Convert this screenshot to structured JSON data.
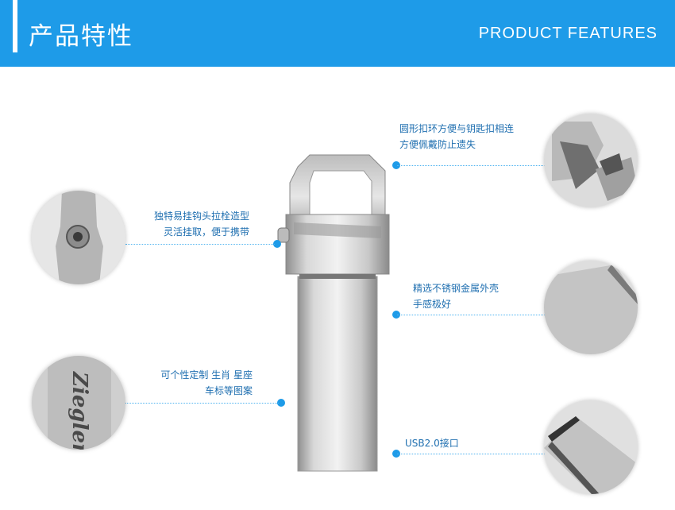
{
  "banner": {
    "title_cn": "产品特性",
    "title_en": "PRODUCT FEATURES",
    "color": "#1e9be8"
  },
  "features": {
    "ring_hook": "圆形扣环方便与钥匙扣相连\n方便佩戴防止遗失",
    "hook_shape": "独特易挂钩头拉栓造型\n灵活挂取，便于携带",
    "steel_shell": "精选不锈钢金属外壳\n手感极好",
    "custom": "可个性定制 生肖 星座\n车标等图案",
    "usb": "USB2.0接口"
  },
  "detail_images": {
    "engraving_text": "Ziegler"
  }
}
